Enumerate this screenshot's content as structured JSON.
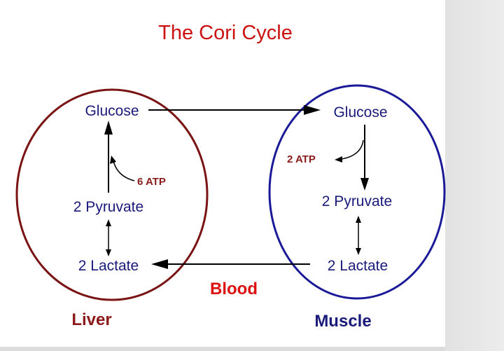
{
  "title": "The Cori Cycle",
  "liver": {
    "label": "Liver",
    "glucose": "Glucose",
    "atp": "6 ATP",
    "pyruvate": "2 Pyruvate",
    "lactate": "2 Lactate"
  },
  "muscle": {
    "label": "Muscle",
    "glucose": "Glucose",
    "atp": "2 ATP",
    "pyruvate": "2 Pyruvate",
    "lactate": "2 Lactate"
  },
  "blood": "Blood",
  "colors": {
    "title": "#cc1111",
    "liver_outline": "#7a1414",
    "muscle_outline": "#1a1a99",
    "molecule_text": "#1a1a7a",
    "atp_text": "#8b1a1a",
    "blood_text": "#dd1111",
    "arrows": "#000000"
  }
}
